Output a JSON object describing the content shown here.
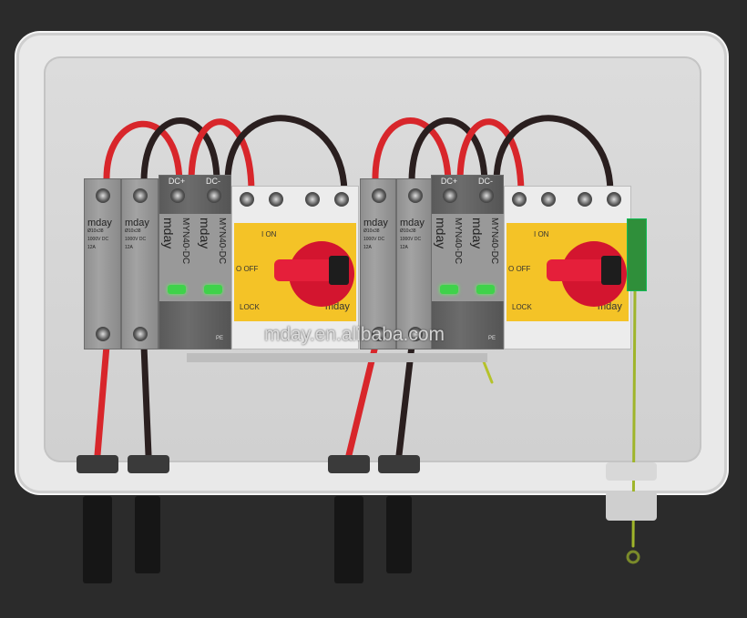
{
  "watermark": "mday.en.alibaba.com",
  "fuse": {
    "brand": "mday",
    "size": "Ø10x38",
    "voltage": "1000V DC",
    "current": "12A"
  },
  "spd": {
    "plus": "DC+",
    "minus": "DC-",
    "model": "MYN40-DC",
    "type": "SPD DC",
    "brand": "mday",
    "pe": "PE"
  },
  "isolator": {
    "on": "I ON",
    "off": "O OFF",
    "lock": "LOCK",
    "brand": "mday"
  },
  "colors": {
    "background": "#2b2b2b",
    "enclosure": "#e9e9e9",
    "isolator_face": "#f4c327",
    "knob": "#d3152f",
    "cable_red": "#d8262b",
    "cable_black": "#2a1f1f",
    "led": "#3fd24a"
  }
}
